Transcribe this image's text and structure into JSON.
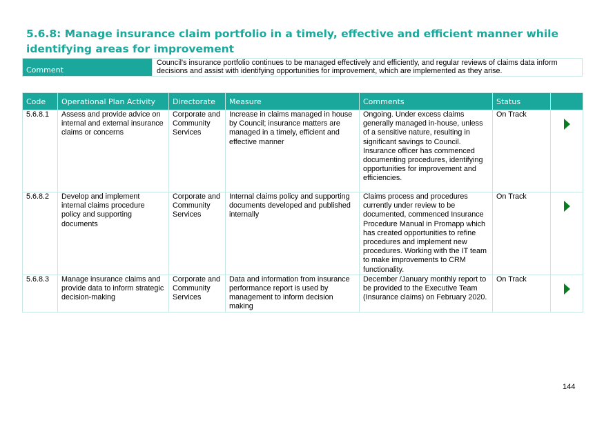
{
  "heading": "5.6.8: Manage insurance claim portfolio in a timely, effective and efficient manner while identifying areas for improvement",
  "comment": {
    "label": "Comment",
    "text": "Council's insurance portfolio continues to be managed effectively and efficiently, and regular reviews of claims data inform decisions and assist with identifying opportunities for improvement, which are implemented as they arise."
  },
  "table": {
    "headers": [
      "Code",
      "Operational Plan Activity",
      "Directorate",
      "Measure",
      "Comments",
      "Status",
      ""
    ],
    "rows": [
      {
        "code": "5.6.8.1",
        "activity": "Assess and provide advice on internal and external insurance claims or concerns",
        "directorate": "Corporate and Community Services",
        "measure": "Increase in claims managed in house by Council; insurance matters are managed in a timely, efficient and effective manner",
        "comments": "Ongoing. Under excess claims generally managed in-house, unless of a sensitive nature, resulting in significant savings to Council. Insurance officer has commenced documenting procedures, identifying opportunities for improvement and efficiencies.",
        "status": "On Track"
      },
      {
        "code": "5.6.8.2",
        "activity": "Develop and implement internal claims procedure policy and supporting documents",
        "directorate": "Corporate and Community Services",
        "measure": "Internal claims policy and supporting documents developed and published internally",
        "comments": "Claims process and procedures currently under review to be documented, commenced Insurance Procedure Manual in Promapp which has created opportunities to refine procedures and implement new procedures. Working with the IT team to make improvements to CRM functionality.",
        "status": "On Track"
      },
      {
        "code": "5.6.8.3",
        "activity": "Manage insurance claims and provide data to inform strategic decision-making",
        "directorate": "Corporate and Community Services",
        "measure": "Data and information from insurance performance report is used by management to inform decision making",
        "comments": "December /January monthly report to be provided to the Executive Team (Insurance claims) on February 2020.",
        "status": "On Track"
      }
    ]
  },
  "page_number": "144",
  "colors": {
    "accent": "#1aa89c",
    "arrow": "#0a7d22",
    "border": "#c6e6e2"
  },
  "icons": {
    "row_action": "play-arrow-icon"
  }
}
